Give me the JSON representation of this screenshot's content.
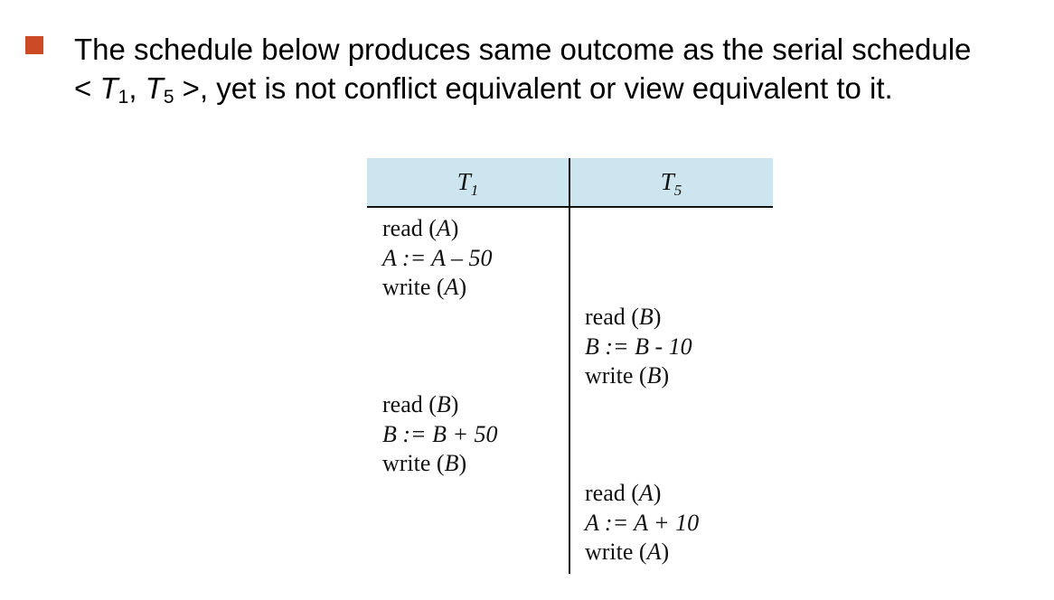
{
  "slide": {
    "bullet_color": "#CC4A26",
    "line1": "The schedule below produces same outcome as the serial schedule",
    "line2": {
      "open": "< ",
      "t1_letter": "T",
      "t1_sub": "1",
      "comma": ", ",
      "t5_letter": "T",
      "t5_sub": "5",
      "rest": " >, yet is not conflict equivalent or view equivalent to it."
    }
  },
  "schedule": {
    "header_bg": "#CCE5EE",
    "columns": [
      {
        "letter": "T",
        "sub": "1"
      },
      {
        "letter": "T",
        "sub": "5"
      }
    ],
    "t1_block1": [
      {
        "pre": "read (",
        "v": "A",
        "post": ")"
      },
      {
        "expr": "A := A – 50"
      },
      {
        "pre": "write (",
        "v": "A",
        "post": ")"
      }
    ],
    "t5_block1": [
      {
        "pre": "read (",
        "v": "B",
        "post": ")"
      },
      {
        "expr": "B := B - 10"
      },
      {
        "pre": "write (",
        "v": "B",
        "post": ")"
      }
    ],
    "t1_block2": [
      {
        "pre": "read (",
        "v": "B",
        "post": ")"
      },
      {
        "expr": "B := B + 50"
      },
      {
        "pre": "write (",
        "v": "B",
        "post": ")"
      }
    ],
    "t5_block2": [
      {
        "pre": "read (",
        "v": "A",
        "post": ")"
      },
      {
        "expr": "A := A + 10"
      },
      {
        "pre": "write (",
        "v": "A",
        "post": ")"
      }
    ]
  }
}
